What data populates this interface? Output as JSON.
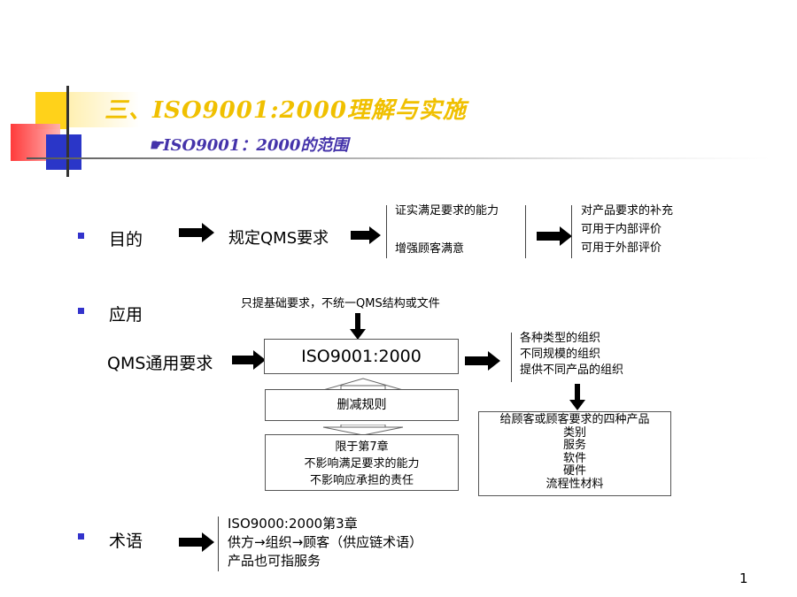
{
  "slide": {
    "title": "三、ISO9001:2000理解与实施",
    "subtitle_bullet": "☛",
    "subtitle": "ISO9001：2000的范围",
    "page_number": "1"
  },
  "purpose": {
    "label": "目的",
    "stage1": "规定QMS要求",
    "stage2": [
      "证实满足要求的能力",
      "增强顾客满意"
    ],
    "stage3": [
      "对产品要求的补充",
      "可用于内部评价",
      "可用于外部评价"
    ]
  },
  "application": {
    "label": "应用",
    "note_top": "只提基础要求，不统一QMS结构或文件",
    "input_label": "QMS通用要求",
    "standard_box": "ISO9001:2000",
    "organizations": [
      "各种类型的组织",
      "不同规模的组织",
      "提供不同产品的组织"
    ],
    "reduction_box": "删减规则",
    "limits": [
      "限于第7章",
      "不影响满足要求的能力",
      "不影响应承担的责任"
    ],
    "products_box": [
      "给顾客或顾客要求的四种产品",
      "类别",
      "服务",
      "软件",
      "硬件",
      "流程性材料"
    ]
  },
  "terms": {
    "label": "术语",
    "lines": [
      "ISO9000:2000第3章",
      "供方→组织→顾客（供应链术语）",
      "产品也可指服务"
    ]
  },
  "colors": {
    "title": "#f0c000",
    "subtitle": "#4433aa",
    "bullet": "#3333cc"
  }
}
